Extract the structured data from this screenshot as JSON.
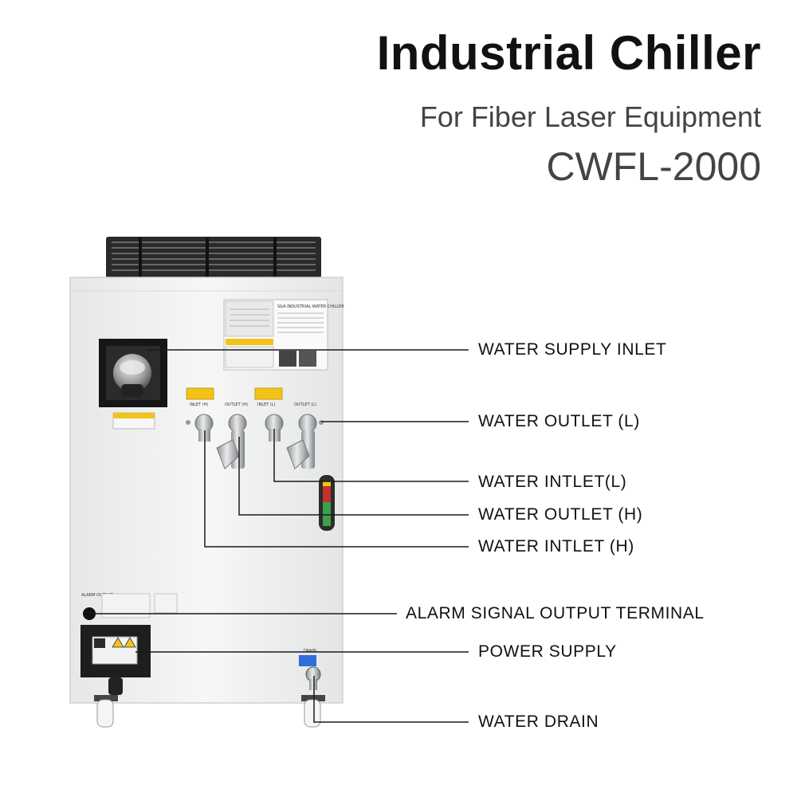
{
  "header": {
    "title": "Industrial Chiller",
    "subtitle": "For Fiber Laser Equipment",
    "model": "CWFL-2000"
  },
  "product_labels": {
    "brand_plate": "S&A INDUSTRIAL WATER CHILLER",
    "inlet_h": "INLET (H)",
    "outlet_h": "OUTLET (H)",
    "inlet_l": "INLET (L)",
    "outlet_l": "OUTLET (L)",
    "alarm_output": "ALARM OUTPUT",
    "drain": "DRAIN"
  },
  "callouts": [
    {
      "id": "water-supply-inlet",
      "label": "WATER SUPPLY INLET"
    },
    {
      "id": "water-outlet-l",
      "label": "WATER OUTLET (L)"
    },
    {
      "id": "water-intlet-l",
      "label": "WATER INTLET(L)"
    },
    {
      "id": "water-outlet-h",
      "label": "WATER OUTLET (H)"
    },
    {
      "id": "water-intlet-h",
      "label": "WATER INTLET (H)"
    },
    {
      "id": "alarm-signal-output-terminal",
      "label": "ALARM SIGNAL OUTPUT TERMINAL"
    },
    {
      "id": "power-supply",
      "label": "POWER SUPPLY"
    },
    {
      "id": "water-drain",
      "label": "WATER DRAIN"
    }
  ],
  "colors": {
    "cabinet": "#f1f2f3",
    "frame": "#1b1b1b",
    "warning": "#f3c21b",
    "level_green": "#3aa14a",
    "level_red": "#c8302c",
    "drain_valve": "#2f6fd6"
  }
}
